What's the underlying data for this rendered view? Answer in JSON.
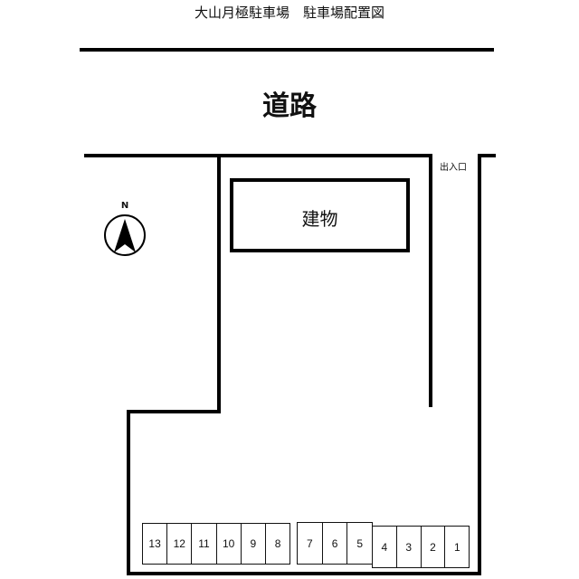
{
  "title": "大山月極駐車場　駐車場配置図",
  "road_label": "道路",
  "building_label": "建物",
  "entrance_label": "出入口",
  "compass": {
    "icon": "north-arrow-icon",
    "label": "N"
  },
  "parking": {
    "group_a": [
      "13",
      "12",
      "11",
      "10",
      "9",
      "8"
    ],
    "group_b": [
      "7",
      "6",
      "5"
    ],
    "group_c": [
      "4",
      "3",
      "2",
      "1"
    ]
  }
}
